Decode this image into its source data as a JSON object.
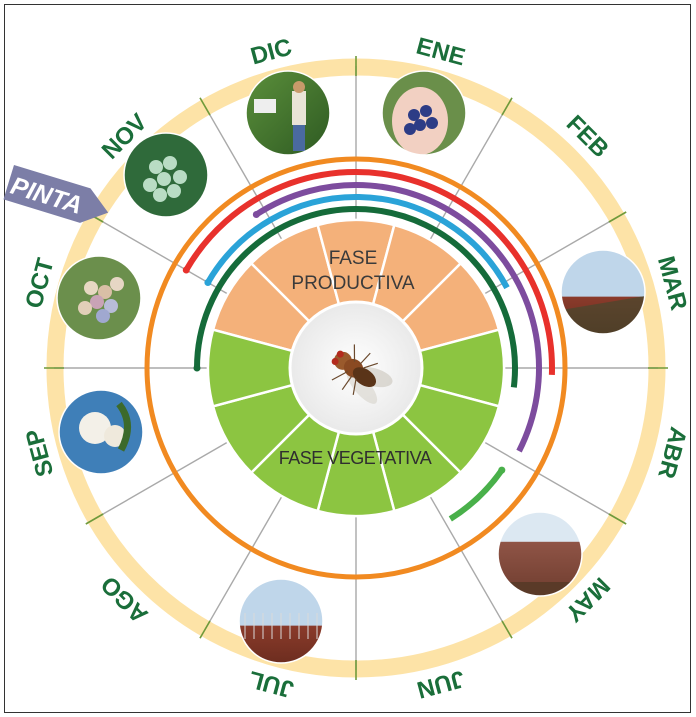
{
  "months": [
    "ENE",
    "FEB",
    "MAR",
    "ABR",
    "MAY",
    "JUN",
    "JUL",
    "AGO",
    "SEP",
    "OCT",
    "NOV",
    "DIC"
  ],
  "labels": {
    "productive_line1": "FASE",
    "productive_line2": "PRODUCTIVA",
    "vegetative": "FASE VEGETATIVA",
    "pinta": "PINTA"
  },
  "photos": [
    {
      "month": "DIC",
      "icon": "person-in-orchard-photo"
    },
    {
      "month": "ENE",
      "icon": "hand-with-blueberries-photo"
    },
    {
      "month": "MAR",
      "icon": "blueberry-rows-photo"
    },
    {
      "month": "MAY",
      "icon": "bare-bushes-photo"
    },
    {
      "month": "JUL",
      "icon": "dormant-field-photo"
    },
    {
      "month": "SEP",
      "icon": "blueberry-flowers-photo"
    },
    {
      "month": "OCT",
      "icon": "pinta-berries-photo"
    },
    {
      "month": "NOV",
      "icon": "green-berries-photo"
    }
  ],
  "center_icon": "fruit-fly-icon",
  "colors": {
    "month_text": "#1a6e3a",
    "outer_band": "#fde3a7",
    "orange_ring": "#f18a21",
    "red_arc": "#e8312c",
    "purple_arc": "#7d4c9e",
    "blue_arc": "#2aa3d8",
    "darkgreen_arc": "#156b3a",
    "lightgreen_arc": "#49b04a",
    "productive_fill": "#f4b17a",
    "vegetative_fill": "#8cc541",
    "pinta_tag": "#7c7ea7"
  }
}
